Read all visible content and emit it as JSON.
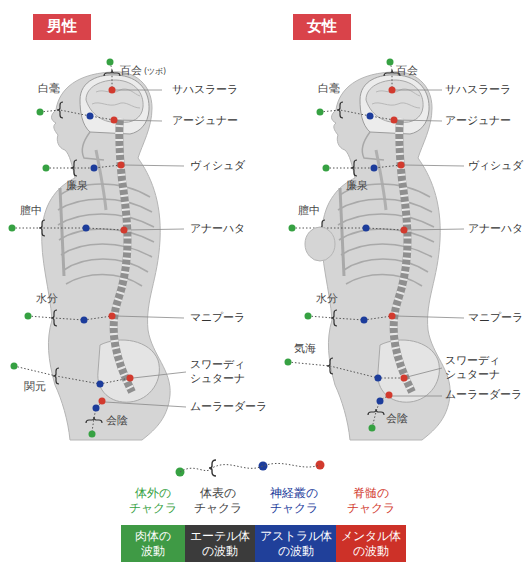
{
  "diagram": {
    "nodes": [
      {
        "text": [
          "男性"
        ]
      },
      {
        "text": [
          "女性"
        ]
      },
      {
        "text": [
          "肉体の 波動"
        ]
      },
      {
        "text": [
          "エーテル体 の波動"
        ]
      },
      {
        "text": [
          "アストラル体 の波動"
        ]
      },
      {
        "text": [
          "メンタル体 の波動"
        ]
      }
    ],
    "labels": [
      "百会",
      "(ツボ)",
      "白毫",
      "サハスラーラ",
      "アージュナー",
      "ヴィシュダ",
      "廉泉",
      "膻中",
      "アナーハタ",
      "水分",
      "マニプーラ",
      "スワーディ シュターナ",
      "関元",
      "ムーラーダーラ",
      "会陰",
      "百会",
      "白毫",
      "サハスラーラ",
      "アージュナー",
      "ヴィシュダ",
      "廉泉",
      "膻中",
      "アナーハタ",
      "水分",
      "マニプーラ",
      "気海",
      "スワーディ シュターナ",
      "ムーラーダーラ",
      "会陰"
    ],
    "legend": [
      {
        "text": "体外の チャクラ",
        "color": "#36a142"
      },
      {
        "text": "体表の チャクラ"
      },
      {
        "text": "神経叢の チャクラ",
        "color": "#1c3c9b"
      },
      {
        "text": "脊髄の チャクラ",
        "color": "#d23a2e"
      }
    ]
  }
}
